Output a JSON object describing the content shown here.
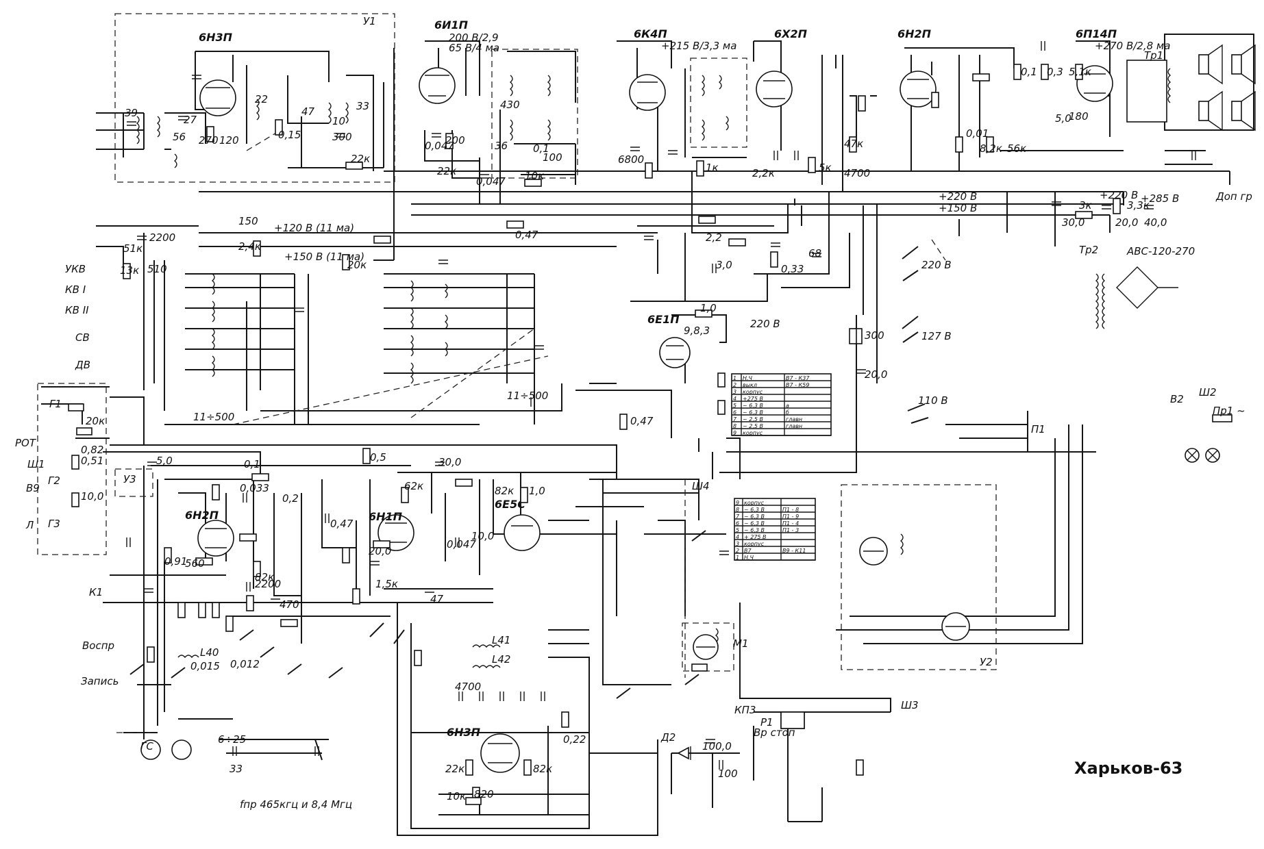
{
  "title": "Харьков-63",
  "footnote": "fпр 465кгц и 8,4 Мгц",
  "tubes": [
    "6Н3П",
    "6И1П",
    "6К4П",
    "6Х2П",
    "6Н2П",
    "6П14П",
    "6Е1П",
    "6Н2П",
    "6Н1П",
    "6Е5С",
    "6Н3П"
  ],
  "blocks": [
    "У1",
    "У2",
    "У3"
  ],
  "band_labels": [
    "УКВ",
    "КВ I",
    "КВ II",
    "СВ",
    "ДВ"
  ],
  "input_labels": [
    "РОТ",
    "Ш1",
    "В9",
    "Л",
    "Воспр",
    "Запись",
    "К1",
    "Г1",
    "Г2",
    "Г3"
  ],
  "power_labels": [
    "+220 В",
    "+150 В",
    "+220 В",
    "+285 В",
    "+120 В (11 ма)",
    "+150 В (11 ма)",
    "220 В",
    "+215 В/3,3 ма",
    "200 В/2,9",
    "65 В/4 ма",
    "+270 В/2,8 ма"
  ],
  "misc_labels": [
    "Тр1",
    "Тр2",
    "АВС-120-270",
    "Доп гр",
    "Ш2",
    "Ш3",
    "Ш4",
    "Пр1 ~",
    "В2",
    "П1",
    "М1",
    "Р1",
    "Д2",
    "ГС",
    "КП3",
    "Вр стоп",
    "11÷500",
    "11÷500",
    "220 В",
    "127 В",
    "110 В"
  ],
  "mains_table": {
    "rows": [
      [
        "1",
        "Н.Ч",
        "В7 - К37"
      ],
      [
        "2",
        "выкл",
        "В7 - К59"
      ],
      [
        "3",
        "корпус",
        ""
      ],
      [
        "4",
        "+275 В",
        ""
      ],
      [
        "5",
        "~ 6,3 В",
        "а"
      ],
      [
        "6",
        "~ 6,3 В",
        "б"
      ],
      [
        "7",
        "~ 2,5 В",
        "главн"
      ],
      [
        "8",
        "~ 2,5 В",
        "главн"
      ],
      [
        "9",
        "корпус",
        ""
      ]
    ]
  },
  "plug_table": {
    "rows": [
      [
        "9",
        "корпус",
        ""
      ],
      [
        "8",
        "~ 6,3 В",
        "П1 - 8"
      ],
      [
        "7",
        "~ 6,3 В",
        "П1 - 9"
      ],
      [
        "6",
        "~ 6,3 В",
        "П1 - 4"
      ],
      [
        "5",
        "~ 6,3 В",
        "П1 - 3"
      ],
      [
        "4",
        "+ 275 В",
        ""
      ],
      [
        "3",
        "корпус",
        ""
      ],
      [
        "2",
        "В7",
        "В9 - К11"
      ],
      [
        "1",
        "Н.Ч",
        ""
      ]
    ]
  },
  "component_values": [
    "39",
    "27",
    "56",
    "270",
    "120",
    "22",
    "47",
    "10",
    "300",
    "33",
    "22к",
    "0,15",
    "2200",
    "51к",
    "13к",
    "510",
    "150",
    "2,4к",
    "20к",
    "0,047",
    "22к",
    "200",
    "430",
    "36",
    "10к",
    "0,1",
    "100",
    "6800",
    "0,047",
    "1к",
    "2,2к",
    "5к",
    "47к",
    "4700",
    "0,01",
    "8,2к",
    "56к",
    "0,3",
    "0,1",
    "5,1к",
    "180",
    "5,0",
    "20,0",
    "3,3к",
    "40,0",
    "30,0",
    "3к",
    "0,47",
    "2,2",
    "3,0",
    "0,33",
    "68",
    "1,0",
    "9,8,3",
    "0,47",
    "300",
    "20,0",
    "5,0",
    "0,5",
    "30,0",
    "0,1",
    "0,033",
    "0,2",
    "62к",
    "82к",
    "1,0",
    "10,0",
    "0,047",
    "0,47",
    "20,0",
    "1,5к",
    "47",
    "560",
    "0,91",
    "2200",
    "470",
    "82к",
    "0,015",
    "0,012",
    "L40",
    "L41",
    "L42",
    "4700",
    "0,22",
    "22к",
    "82к",
    "10к",
    "820",
    "100,0",
    "100",
    "6÷25",
    "33",
    "0,82",
    "0,51",
    "10,0",
    "20к"
  ]
}
